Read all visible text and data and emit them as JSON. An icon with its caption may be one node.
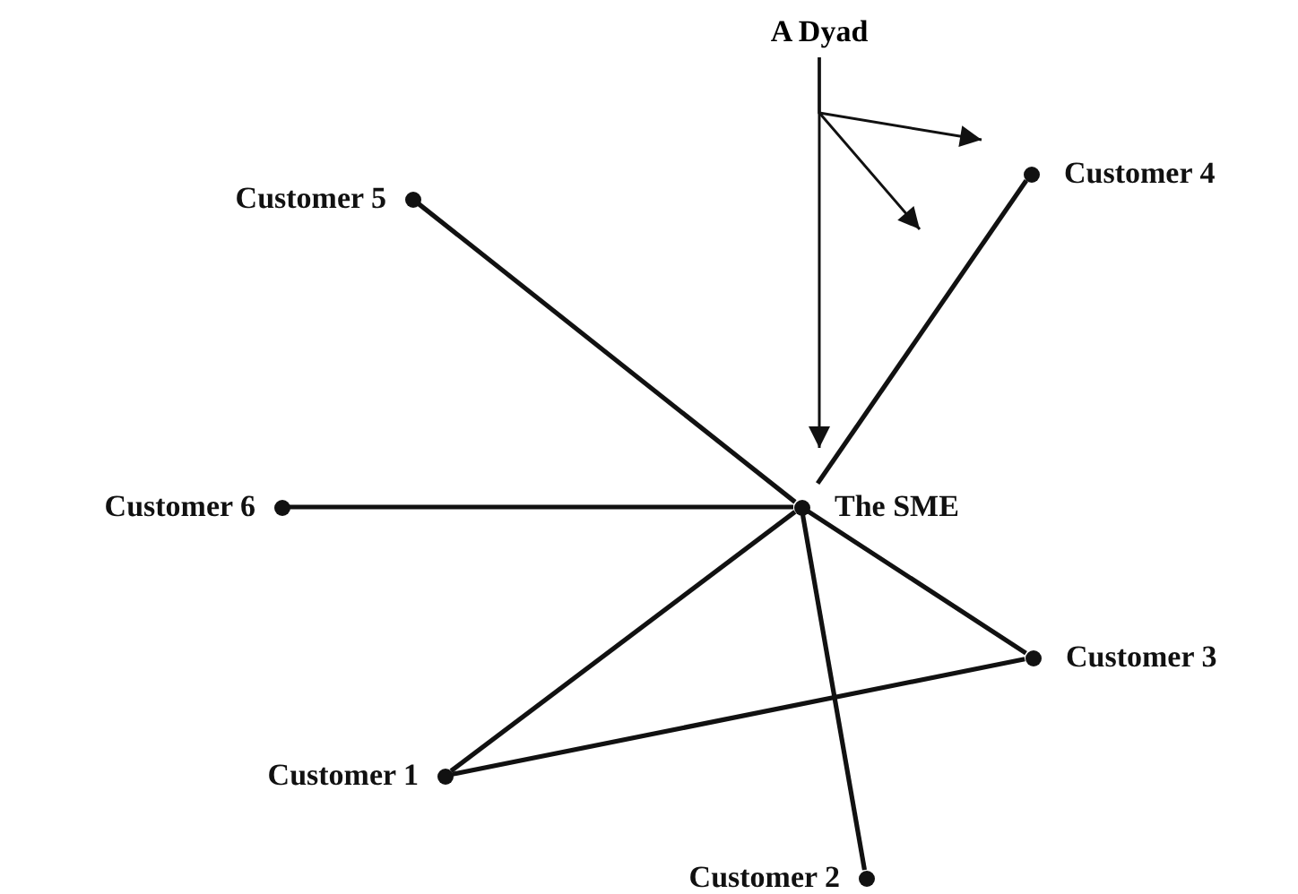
{
  "diagram": {
    "nodes": [
      {
        "text": [
          "A Dyad"
        ]
      },
      {
        "text": [
          "Customer 5"
        ]
      },
      {
        "text": [
          "Customer 4"
        ]
      },
      {
        "text": [
          "Customer 6"
        ]
      },
      {
        "text": [
          "The SME"
        ]
      },
      {
        "text": [
          "Customer 3"
        ]
      },
      {
        "text": [
          "Customer 1"
        ]
      },
      {
        "text": [
          "Customer 2"
        ]
      }
    ],
    "edges": [
      {
        "from": 0,
        "to": 2,
        "arrow": "to"
      },
      {
        "from": 0,
        "to": null,
        "arrow": "to"
      },
      {
        "from": 0,
        "to": 4,
        "arrow": "to"
      },
      {
        "from": 1,
        "to": 4,
        "arrow": "none"
      },
      {
        "from": 2,
        "to": 4,
        "arrow": "none"
      },
      {
        "from": 3,
        "to": 4,
        "arrow": "none"
      },
      {
        "from": 6,
        "to": 4,
        "arrow": "none"
      },
      {
        "from": 7,
        "to": 4,
        "arrow": "none"
      },
      {
        "from": 5,
        "to": 4,
        "arrow": "none"
      },
      {
        "from": 6,
        "to": 5,
        "arrow": "none"
      }
    ]
  }
}
